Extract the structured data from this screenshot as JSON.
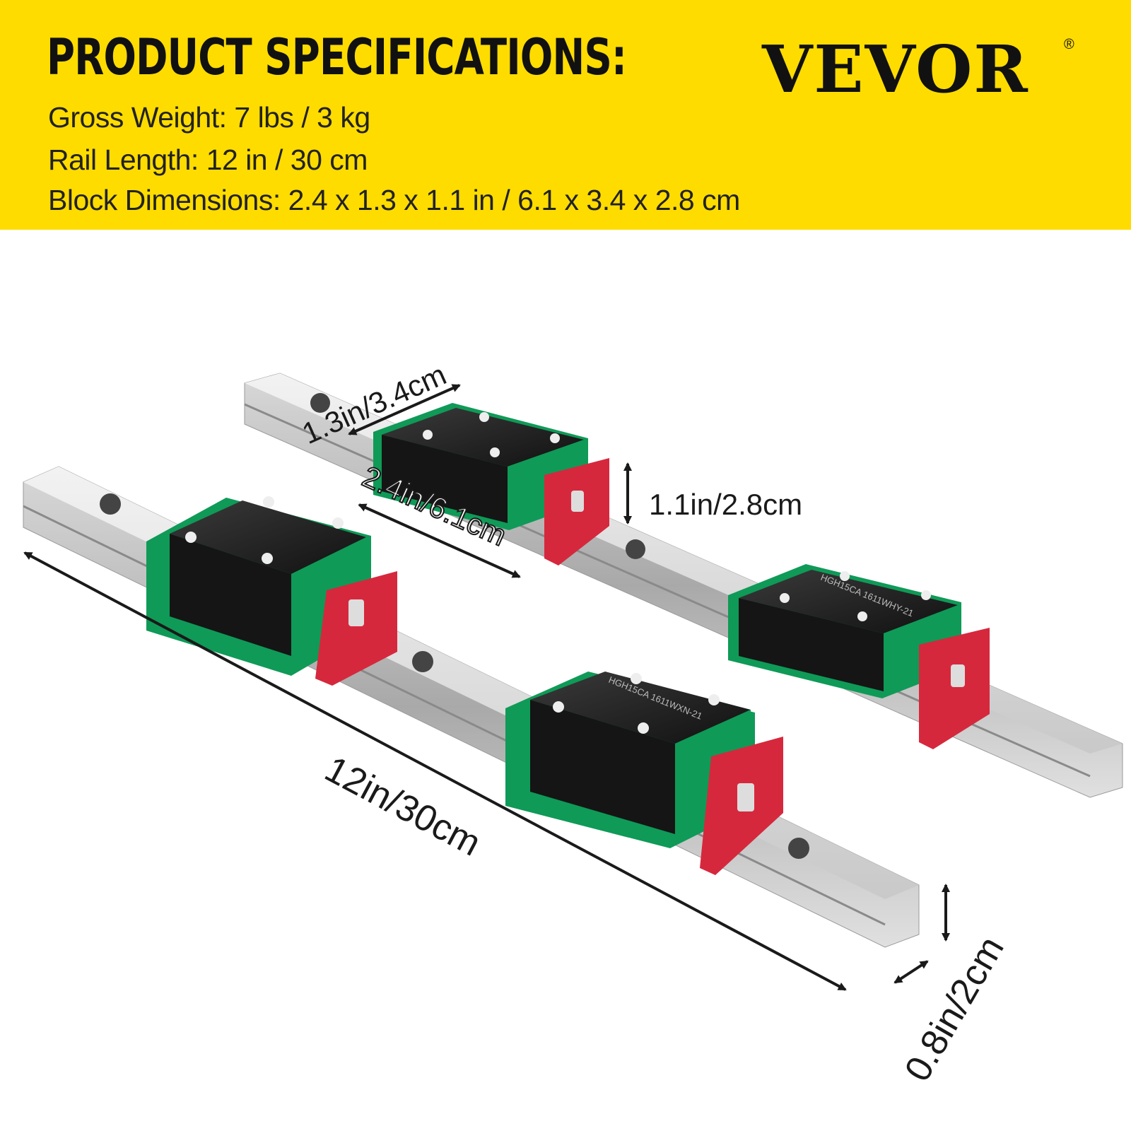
{
  "header": {
    "title": "PRODUCT SPECIFICATIONS:",
    "brand": "VEVOR",
    "brand_mark": "®",
    "specs": [
      "Gross Weight: 7 lbs / 3 kg",
      "Rail Length: 12 in / 30 cm",
      "Block Dimensions: 2.4 x 1.3 x 1.1 in / 6.1 x 3.4 x 2.8 cm"
    ]
  },
  "dimensions": {
    "block_width": "1.3in/3.4cm",
    "block_length": "2.4in/6.1cm",
    "block_height": "1.1in/2.8cm",
    "rail_length": "12in/30cm",
    "rail_width": "0.8in/2cm"
  },
  "block_markings": {
    "part_number_1": "HGH15CA 1611WHY-21",
    "part_number_2": "HGH15CA 1611WXN-21"
  },
  "colors": {
    "header_bg": "#ffdc00",
    "block_body": "#1a1a1a",
    "seal_green": "#0f9a57",
    "end_cap_red": "#d6283c",
    "rail_steel": "#cfcfcf"
  }
}
